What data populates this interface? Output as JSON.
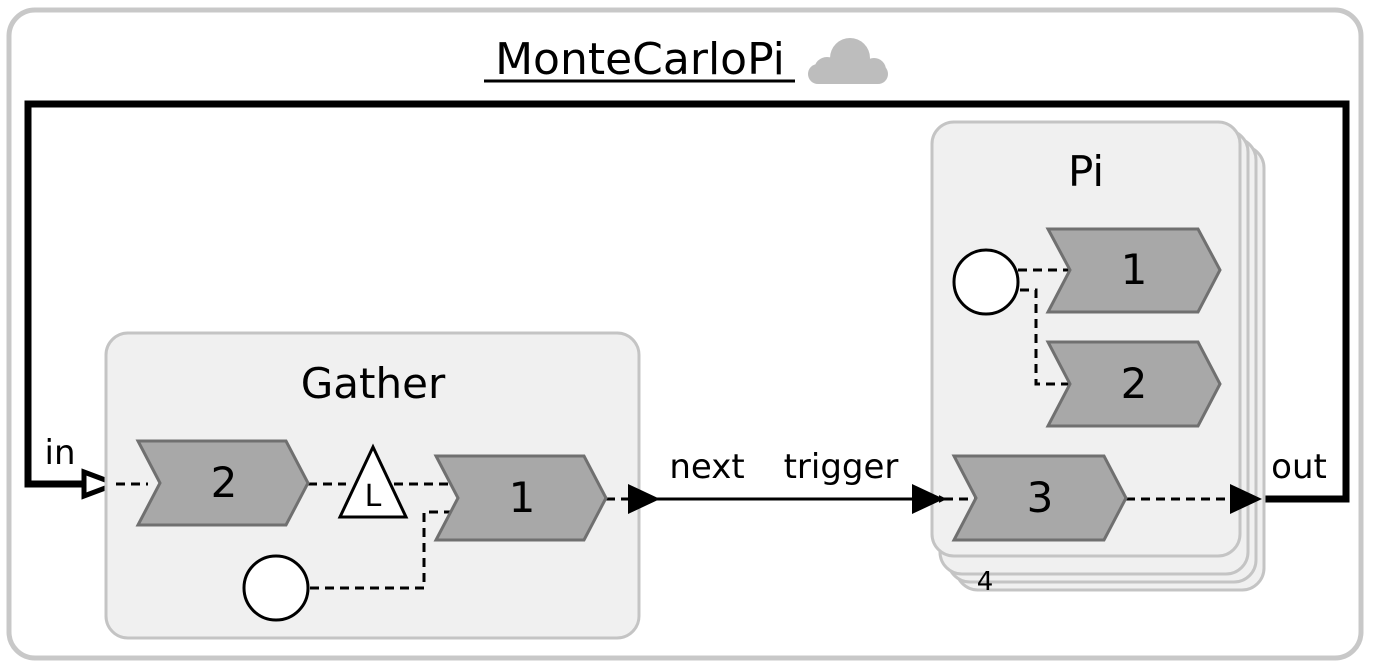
{
  "title": "MonteCarloPi",
  "icons": {
    "cloud": "cloud-icon"
  },
  "gather": {
    "label": "Gather",
    "step_a": "2",
    "step_b": "1",
    "lock_symbol": "L"
  },
  "pi": {
    "label": "Pi",
    "step_1": "1",
    "step_2": "2",
    "step_3": "3",
    "multiplicity": "4"
  },
  "ports": {
    "in": "in",
    "out": "out",
    "next": "next",
    "trigger": "trigger"
  },
  "colors": {
    "frame": "#c8c8c8",
    "group_fill": "#f0f0f0",
    "group_stroke": "#c4c4c4",
    "step_fill": "#a8a8a8",
    "step_stroke": "#707070",
    "cloud": "#bdbdbd",
    "line": "#000000"
  }
}
